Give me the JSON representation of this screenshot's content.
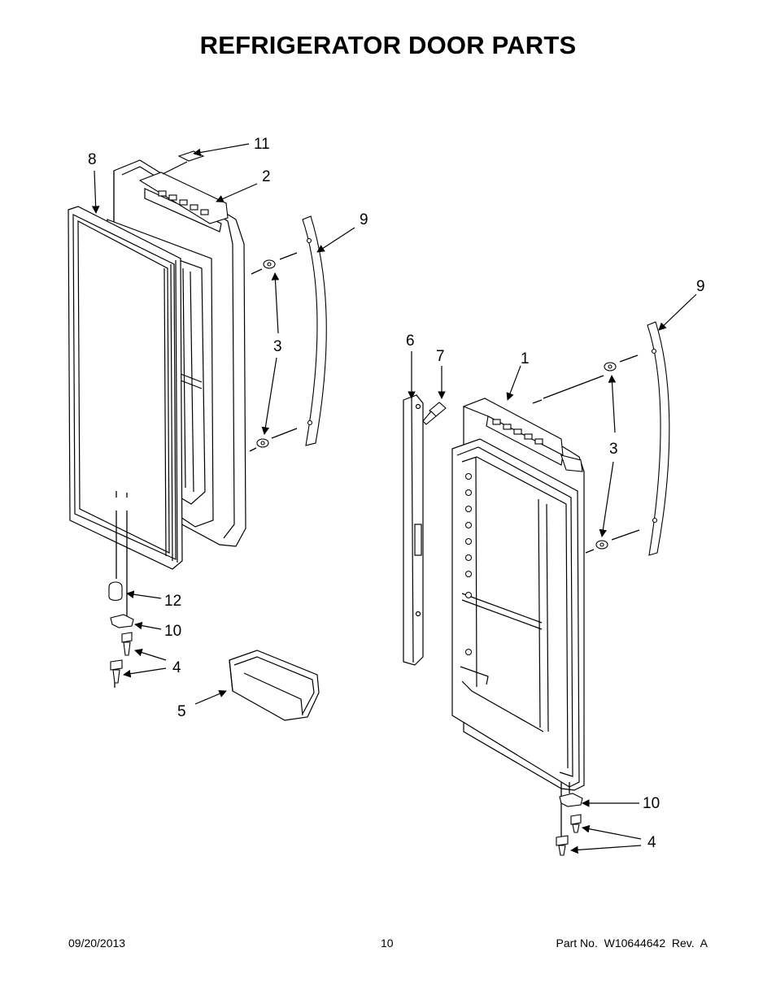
{
  "title": "REFRIGERATOR DOOR PARTS",
  "callouts": [
    "11",
    "8",
    "2",
    "9",
    "9",
    "3",
    "6",
    "7",
    "1",
    "3",
    "12",
    "10",
    "4",
    "5",
    "10",
    "4"
  ],
  "footer": {
    "date": "09/20/2013",
    "page": "10",
    "part": "Part No.  W10644642  Rev.  A"
  }
}
